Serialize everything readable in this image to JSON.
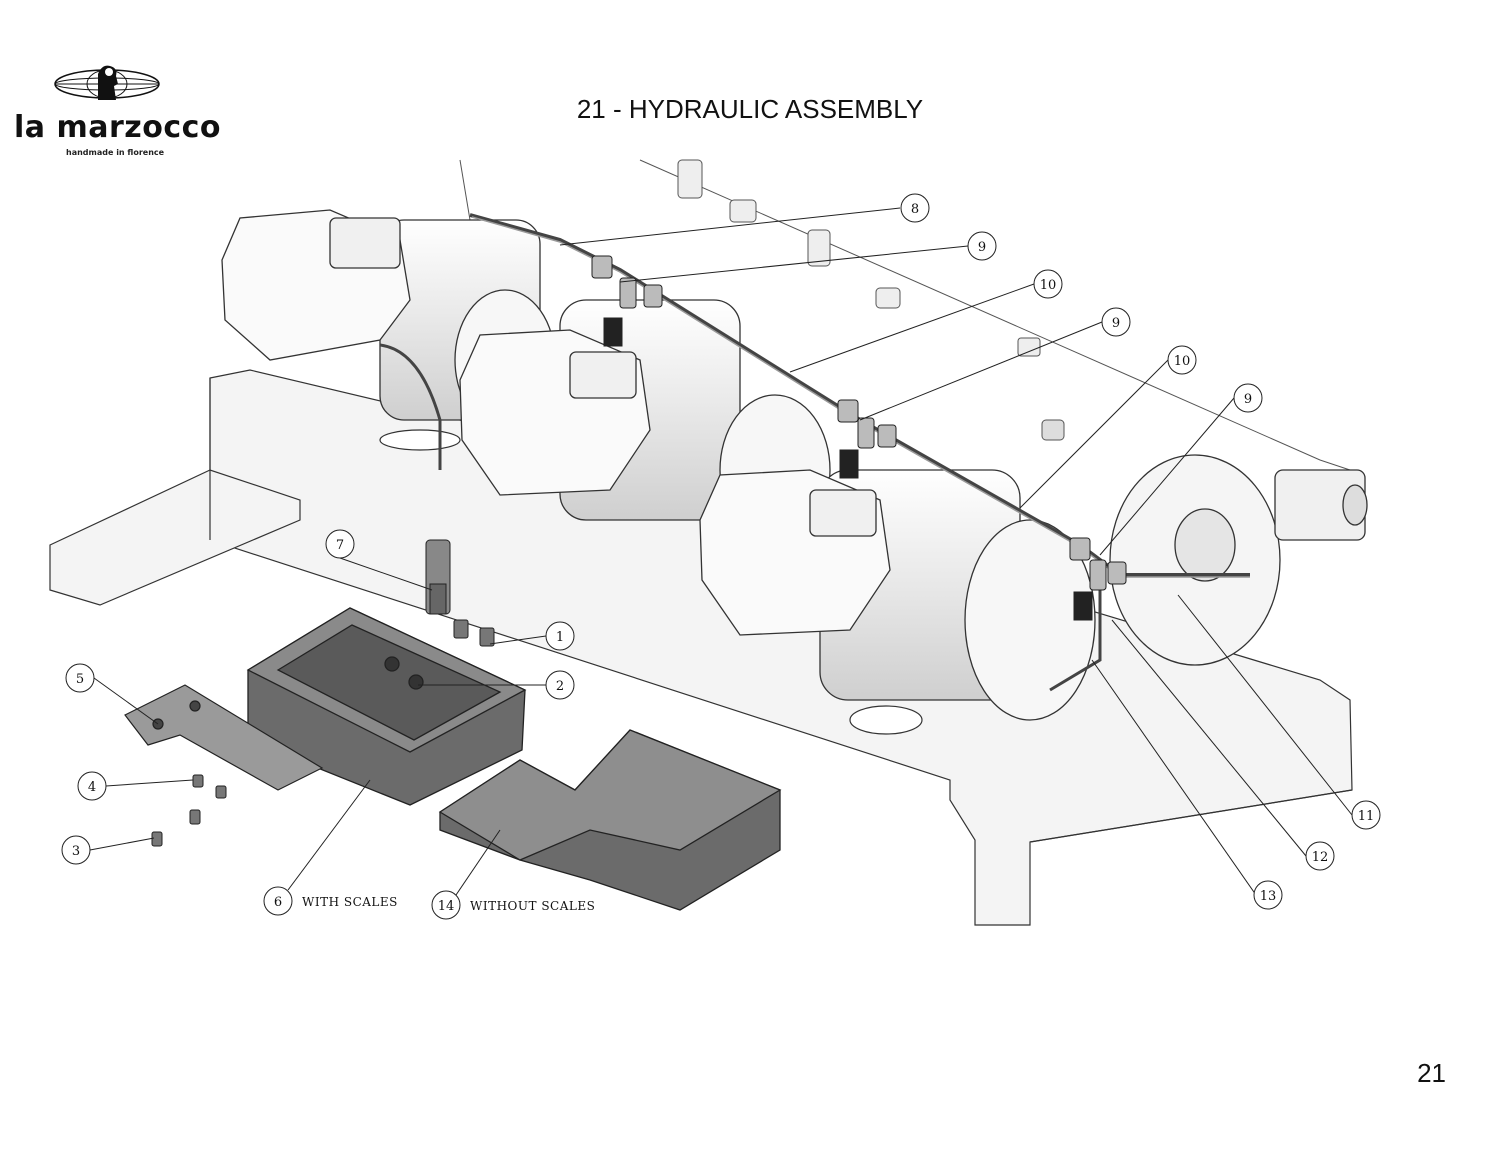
{
  "brand": {
    "name": "la marzocco",
    "tagline": "handmade in florence"
  },
  "title": "21 - HYDRAULIC ASSEMBLY",
  "page_number": "21",
  "callouts": [
    "1",
    "2",
    "3",
    "4",
    "5",
    "6",
    "7",
    "8",
    "9",
    "9",
    "9",
    "10",
    "10",
    "11",
    "12",
    "13",
    "14"
  ],
  "notes": {
    "with_scales": "WITH SCALES",
    "without_scales": "WITHOUT SCALES"
  },
  "colors": {
    "tray": "#555555",
    "line": "#1a1a1a",
    "frame": "#f2f2f2"
  }
}
